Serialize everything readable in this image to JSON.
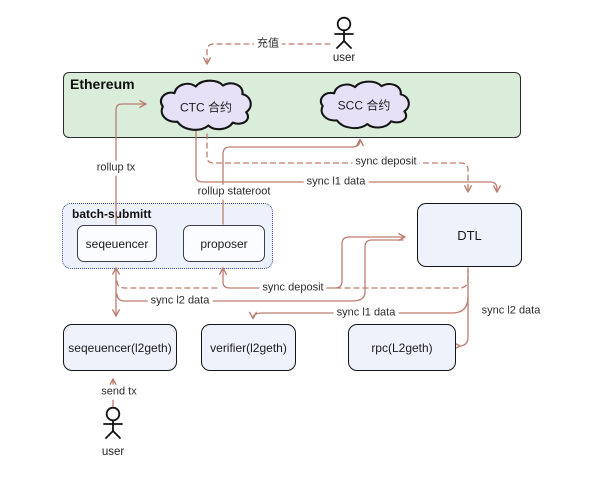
{
  "colors": {
    "connector": "#bc7d70",
    "ethereum_fill": "#d9edda",
    "cloud_fill": "#e7e1f8",
    "batch_fill": "#edf1fb",
    "node_fill": "#eef2fb",
    "inner_node_fill": "#fbfcff",
    "batch_border": "#3f4c96",
    "outline": "#15161b"
  },
  "nodes": {
    "ethereum": "Ethereum",
    "ctc": "CTC 合约",
    "scc": "SCC 合约",
    "batch": "batch-submitt",
    "sequencer": "seqeuencer",
    "proposer": "proposer",
    "dtl": "DTL",
    "l2_sequencer": "seqeuencer(l2geth)",
    "l2_verifier": "verifier(l2geth)",
    "l2_rpc": "rpc(L2geth)",
    "user_top": "user",
    "user_bottom": "user"
  },
  "edge_labels": {
    "deposit_cn": "充值",
    "rollup_tx": "rollup tx",
    "rollup_stateroot": "rollup stateroot",
    "sync_deposit_top": "sync deposit",
    "sync_l1_top": "sync l1 data",
    "sync_deposit_mid": "sync deposit",
    "sync_l2_mid": "sync l2 data",
    "sync_l1_bottom": "sync l1 data",
    "sync_l2_right": "sync l2 data",
    "send_tx": "send tx"
  },
  "edges": [
    {
      "from": "user (top)",
      "to": "CTC 合约",
      "label": "充值",
      "style": "dashed"
    },
    {
      "from": "seqeuencer",
      "to": "CTC 合约",
      "label": "rollup tx",
      "style": "solid"
    },
    {
      "from": "proposer",
      "to": "SCC 合约",
      "label": "rollup stateroot",
      "style": "solid"
    },
    {
      "from": "CTC 合约",
      "to": "DTL",
      "label": "sync deposit",
      "style": "dashed"
    },
    {
      "from": "CTC 合约",
      "to": "DTL",
      "label": "sync l1 data",
      "style": "solid"
    },
    {
      "from": "DTL",
      "to": "proposer",
      "label": "sync deposit",
      "style": "dashed+solid"
    },
    {
      "from": "seqeuencer(l2geth)",
      "to": "seqeuencer",
      "label": "sync l2 data",
      "style": "solid"
    },
    {
      "from": "seqeuencer(l2geth)",
      "to": "DTL",
      "label": "sync l2 data",
      "style": "solid"
    },
    {
      "from": "DTL",
      "to": "verifier(l2geth)",
      "label": "sync l1 data",
      "style": "solid"
    },
    {
      "from": "DTL",
      "to": "rpc(L2geth)",
      "label": "sync l2 data",
      "style": "solid"
    },
    {
      "from": "user (bottom)",
      "to": "seqeuencer(l2geth)",
      "label": "send tx",
      "style": "solid"
    }
  ]
}
